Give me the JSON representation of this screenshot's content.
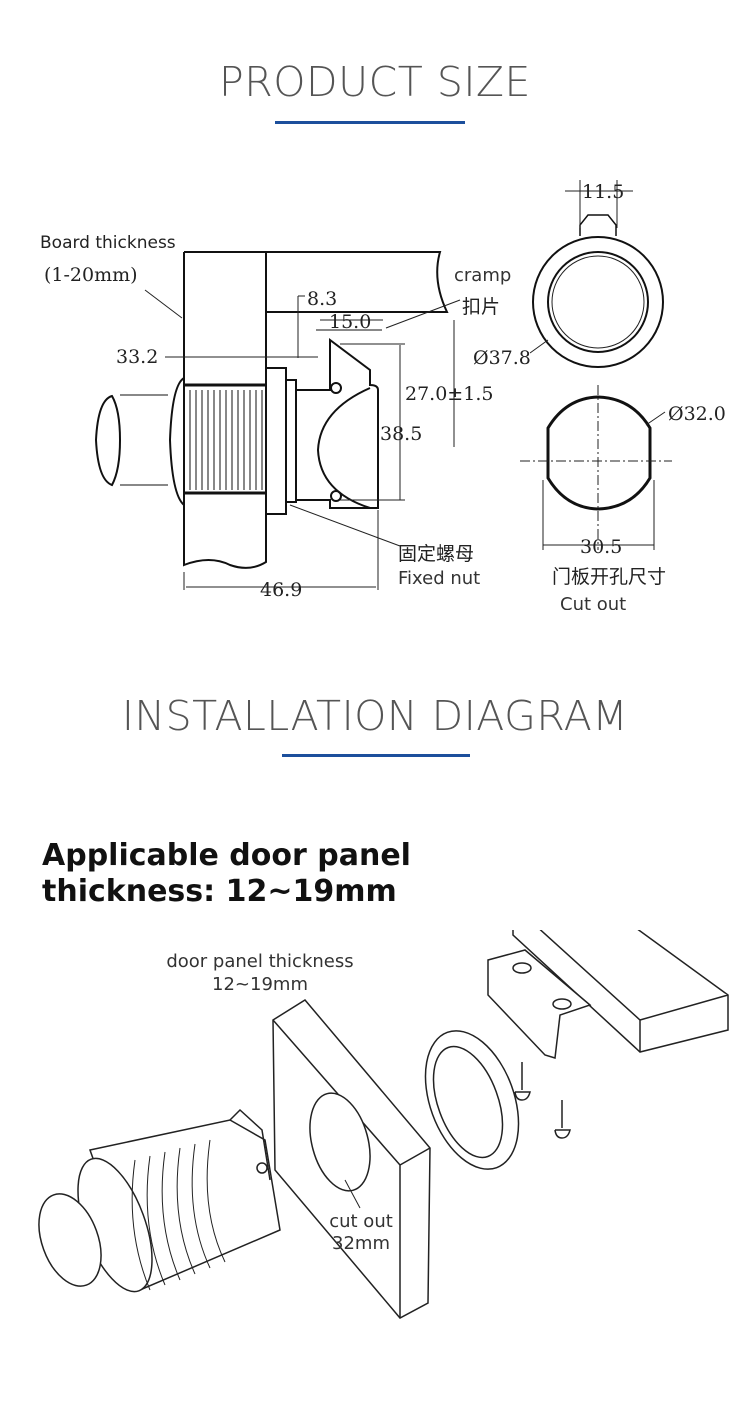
{
  "product_size": {
    "title": "PRODUCT SIZE",
    "board_thickness_label": "Board thickness",
    "board_thickness_range": "(1-20mm)",
    "cramp_en": "cramp",
    "cramp_cn": "扣片",
    "fixed_nut_cn": "固定螺母",
    "fixed_nut_en": "Fixed nut",
    "cutout_cn": "门板开孔尺寸",
    "cutout_en": "Cut out",
    "dimensions": {
      "d8_3": "8.3",
      "d15_0": "15.0",
      "d33_2": "33.2",
      "d27_0": "27.0±1.5",
      "d38_5": "38.5",
      "d46_9": "46.9",
      "d11_5": "11.5",
      "dia37_8": "Ø37.8",
      "dia32_0": "Ø32.0",
      "d30_5": "30.5"
    }
  },
  "installation": {
    "title": "INSTALLATION DIAGRAM",
    "applicable_line1": "Applicable door panel",
    "applicable_line2": "thickness: 12~19mm",
    "panel_label_line1": "door panel thickness",
    "panel_label_line2": "12~19mm",
    "cutout_label_line1": "cut out",
    "cutout_label_line2": "32mm"
  },
  "colors": {
    "accent": "#1c4f9c",
    "title": "#555555"
  }
}
